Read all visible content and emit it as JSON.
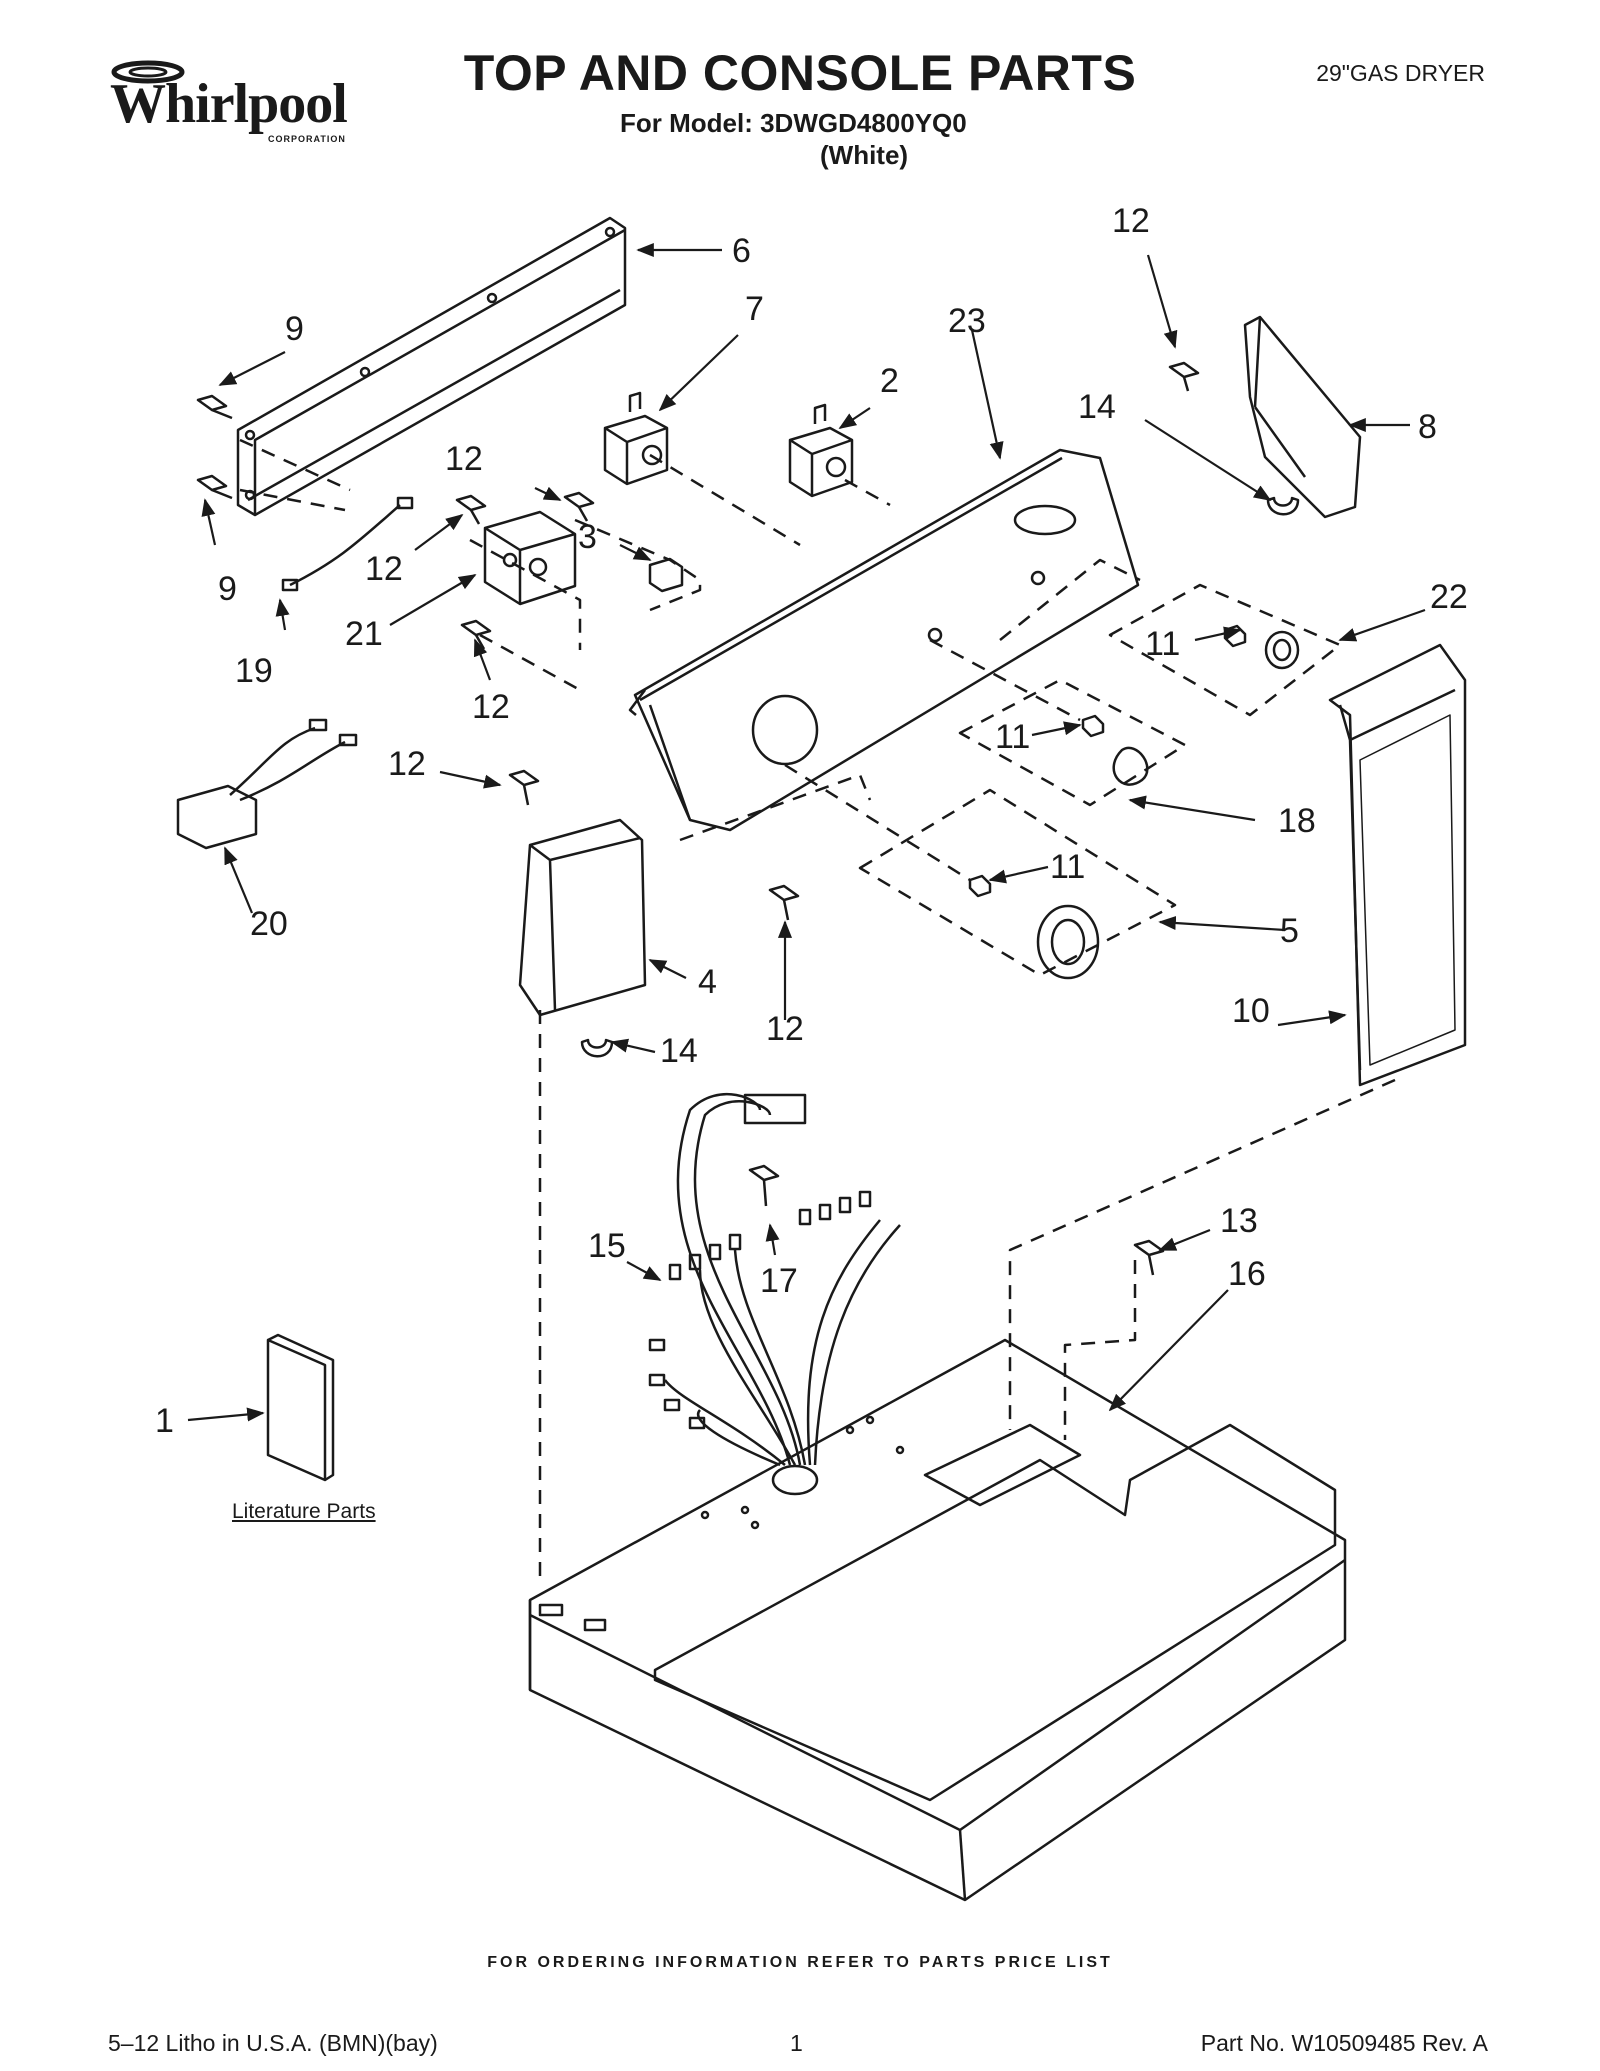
{
  "header": {
    "brand": "Whirlpool",
    "brand_sub": "CORPORATION",
    "title": "TOP AND CONSOLE PARTS",
    "model_line": "For Model: 3DWGD4800YQ0",
    "color_line": "(White)",
    "product": "29\"GAS DRYER"
  },
  "diagram": {
    "callouts": [
      {
        "id": "c1",
        "label": "1"
      },
      {
        "id": "c2",
        "label": "2"
      },
      {
        "id": "c3",
        "label": "3"
      },
      {
        "id": "c4",
        "label": "4"
      },
      {
        "id": "c5",
        "label": "5"
      },
      {
        "id": "c6",
        "label": "6"
      },
      {
        "id": "c7",
        "label": "7"
      },
      {
        "id": "c8",
        "label": "8"
      },
      {
        "id": "c9a",
        "label": "9"
      },
      {
        "id": "c9b",
        "label": "9"
      },
      {
        "id": "c10",
        "label": "10"
      },
      {
        "id": "c11a",
        "label": "11"
      },
      {
        "id": "c11b",
        "label": "11"
      },
      {
        "id": "c11c",
        "label": "11"
      },
      {
        "id": "c12a",
        "label": "12"
      },
      {
        "id": "c12b",
        "label": "12"
      },
      {
        "id": "c12c",
        "label": "12"
      },
      {
        "id": "c12d",
        "label": "12"
      },
      {
        "id": "c12e",
        "label": "12"
      },
      {
        "id": "c12f",
        "label": "12"
      },
      {
        "id": "c13",
        "label": "13"
      },
      {
        "id": "c14a",
        "label": "14"
      },
      {
        "id": "c14b",
        "label": "14"
      },
      {
        "id": "c15",
        "label": "15"
      },
      {
        "id": "c16",
        "label": "16"
      },
      {
        "id": "c17",
        "label": "17"
      },
      {
        "id": "c18",
        "label": "18"
      },
      {
        "id": "c19",
        "label": "19"
      },
      {
        "id": "c20",
        "label": "20"
      },
      {
        "id": "c21",
        "label": "21"
      },
      {
        "id": "c22",
        "label": "22"
      },
      {
        "id": "c23",
        "label": "23"
      }
    ],
    "literature_label": "Literature Parts"
  },
  "footer": {
    "order_info": "FOR ORDERING INFORMATION REFER TO PARTS PRICE LIST",
    "litho": "5–12 Litho in U.S.A. (BMN)(bay)",
    "page": "1",
    "part_no": "Part No. W10509485 Rev. A"
  }
}
